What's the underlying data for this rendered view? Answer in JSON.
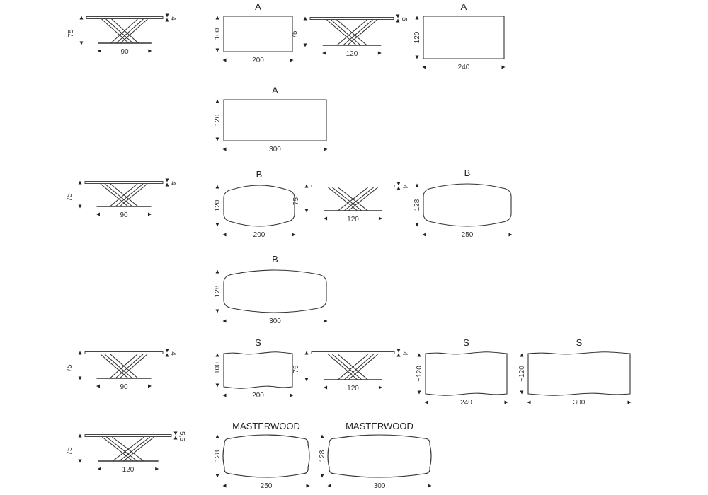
{
  "side_views": [
    {
      "height": "75",
      "width": "90",
      "thickness": "4"
    },
    {
      "height": "75",
      "width": "120",
      "thickness": "5"
    },
    {
      "height": "75",
      "width": "90",
      "thickness": "4"
    },
    {
      "height": "75",
      "width": "120",
      "thickness": "4"
    },
    {
      "height": "75",
      "width": "90",
      "thickness": "4"
    },
    {
      "height": "75",
      "width": "120",
      "thickness": "4"
    },
    {
      "height": "75",
      "width": "120",
      "thickness": "5,5"
    }
  ],
  "top_views": [
    {
      "type": "A",
      "depth": "100",
      "length": "200"
    },
    {
      "type": "A",
      "depth": "120",
      "length": "240"
    },
    {
      "type": "A",
      "depth": "120",
      "length": "300"
    },
    {
      "type": "B",
      "depth": "120",
      "length": "200"
    },
    {
      "type": "B",
      "depth": "128",
      "length": "250"
    },
    {
      "type": "B",
      "depth": "128",
      "length": "300"
    },
    {
      "type": "S",
      "depth": "~100",
      "length": "200"
    },
    {
      "type": "S",
      "depth": "~120",
      "length": "240"
    },
    {
      "type": "S",
      "depth": "~120",
      "length": "300"
    },
    {
      "type": "MASTERWOOD",
      "depth": "128",
      "length": "250"
    },
    {
      "type": "MASTERWOOD",
      "depth": "128",
      "length": "300"
    }
  ]
}
